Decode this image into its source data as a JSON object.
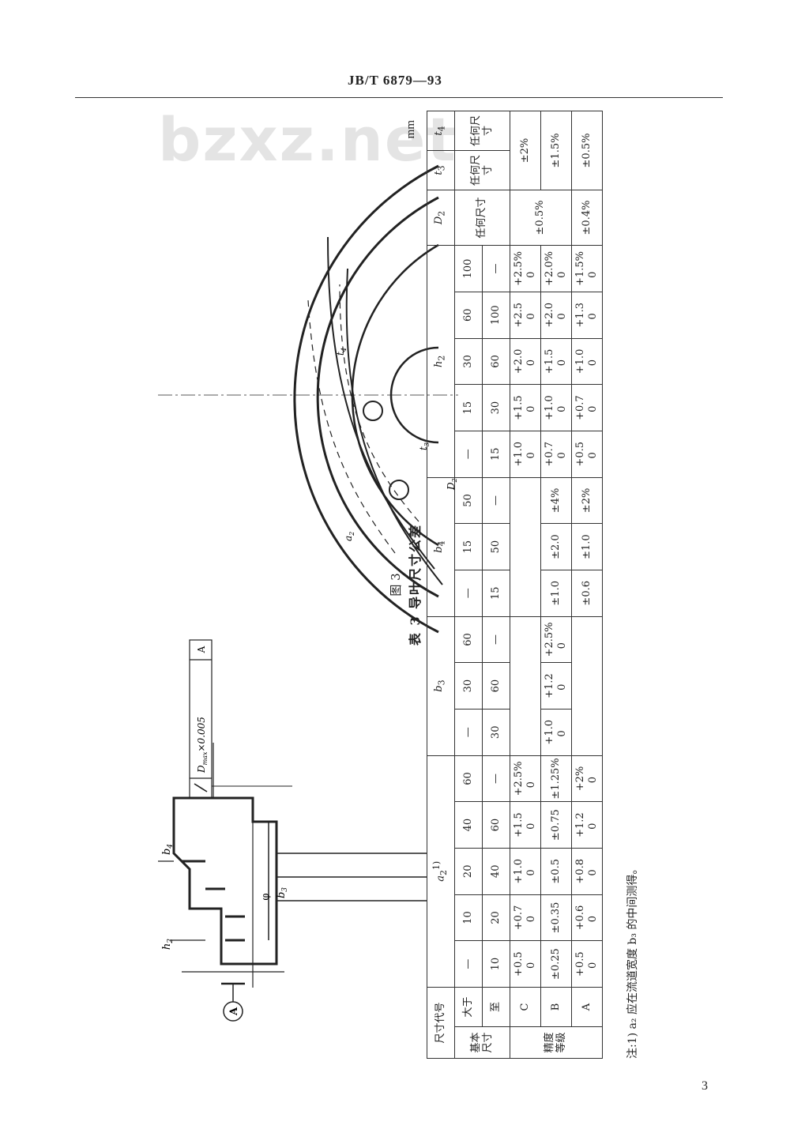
{
  "header": {
    "code": "JB/T 6879—93"
  },
  "watermark": "bzxz.net",
  "page_number": "3",
  "figure": {
    "caption": "图 3",
    "datum_label": "A",
    "gdt_tolerance": "D",
    "gdt_tolerance_sub": "max",
    "gdt_tolerance_tail": "×0.005",
    "gdt_datum": "A",
    "dim_h2": "h",
    "dim_h2_sub": "2",
    "dim_b4": "b",
    "dim_b4_sub": "4",
    "dim_b3": "b",
    "dim_b3_sub": "3",
    "dim_phi": "φ",
    "dim_a2": "a",
    "dim_a2_sub": "2",
    "dim_t3": "t",
    "dim_t3_sub": "3",
    "dim_t4": "t",
    "dim_t4_sub": "4",
    "dim_D2": "D",
    "dim_D2_sub": "2"
  },
  "table": {
    "caption": "表 3  导叶尺寸公差",
    "unit": "mm",
    "header": {
      "code_label": "尺寸代号",
      "basic_size_label": "基本尺寸",
      "above_label": "大于",
      "upto_label": "至",
      "grade_label": "精度等级",
      "any_size": "任何尺寸"
    },
    "groups": [
      {
        "symbol": "a",
        "sub": "2",
        "sup": "1)",
        "above": [
          "—",
          "10",
          "20",
          "40",
          "60"
        ],
        "upto": [
          "10",
          "20",
          "40",
          "60",
          "—"
        ]
      },
      {
        "symbol": "b",
        "sub": "3",
        "above": [
          "—",
          "30",
          "60"
        ],
        "upto": [
          "30",
          "60",
          "—"
        ]
      },
      {
        "symbol": "b",
        "sub": "4",
        "above": [
          "—",
          "15",
          "50"
        ],
        "upto": [
          "15",
          "50",
          "—"
        ]
      },
      {
        "symbol": "h",
        "sub": "2",
        "above": [
          "—",
          "15",
          "30",
          "60",
          "100"
        ],
        "upto": [
          "15",
          "30",
          "60",
          "100",
          "—"
        ]
      },
      {
        "symbol": "D",
        "sub": "2"
      },
      {
        "symbol": "t",
        "sub": "3"
      },
      {
        "symbol": "t",
        "sub": "4"
      }
    ],
    "grades": [
      {
        "grade": "C",
        "a2": [
          [
            "+0.5",
            "0"
          ],
          [
            "+0.7",
            "0"
          ],
          [
            "+1.0",
            "0"
          ],
          [
            "+1.5",
            "0"
          ],
          [
            "+2.5%",
            "0"
          ]
        ],
        "h2": [
          [
            "+1.0",
            "0"
          ],
          [
            "+1.5",
            "0"
          ],
          [
            "+2.0",
            "0"
          ],
          [
            "+2.5",
            "0"
          ],
          [
            "+2.5%",
            "0"
          ]
        ]
      },
      {
        "grade": "B",
        "a2": [
          [
            "±0.25"
          ],
          [
            "±0.35"
          ],
          [
            "±0.5"
          ],
          [
            "±0.75"
          ],
          [
            "±1.25%"
          ]
        ],
        "b3": [
          [
            "+1.0",
            "0"
          ],
          [
            "+1.2",
            "0"
          ],
          [
            "+2.5%",
            "0"
          ]
        ],
        "b4": [
          "±1.0",
          "±2.0",
          "±4%"
        ],
        "h2": [
          [
            "+0.7",
            "0"
          ],
          [
            "+1.0",
            "0"
          ],
          [
            "+1.5",
            "0"
          ],
          [
            "+2.0",
            "0"
          ],
          [
            "+2.0%",
            "0"
          ]
        ]
      },
      {
        "grade": "A",
        "a2": [
          [
            "+0.5",
            "0"
          ],
          [
            "+0.6",
            "0"
          ],
          [
            "+0.8",
            "0"
          ],
          [
            "+1.2",
            "0"
          ],
          [
            "+2%",
            "0"
          ]
        ],
        "b4": [
          "±0.6",
          "±1.0",
          "±2%"
        ],
        "h2": [
          [
            "+0.5",
            "0"
          ],
          [
            "+0.7",
            "0"
          ],
          [
            "+1.0",
            "0"
          ],
          [
            "+1.3",
            "0"
          ],
          [
            "+1.5%",
            "0"
          ]
        ],
        "D2": "±0.4%",
        "t3": "±0.5%"
      }
    ],
    "spans": {
      "D2_CB": "±0.5%",
      "t3_CB": "±2%",
      "t4_C": "±2%",
      "t4_B": "±1.5%",
      "t3_A_t4": "±0.5%",
      "t4_A": "±0.5%"
    }
  },
  "note": "注:1) a₂ 应在流道宽度 b₃ 的中间测得。"
}
